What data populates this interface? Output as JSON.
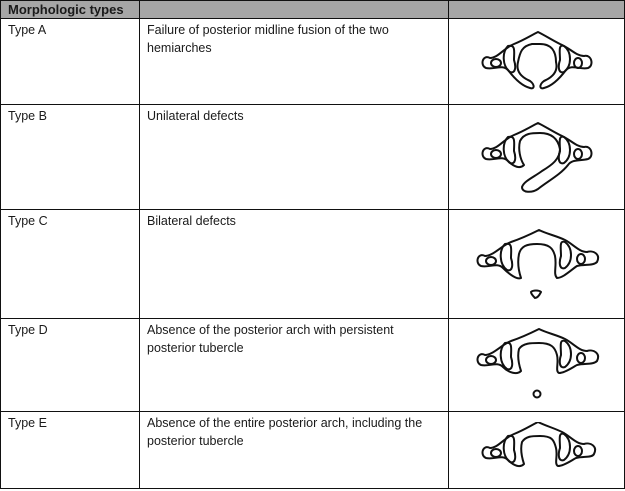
{
  "table": {
    "header": [
      "Morphologic types",
      "",
      ""
    ],
    "rows": [
      {
        "type": "Type A",
        "description": "Failure of posterior midline fusion of the two hemiarches",
        "illustration": "atlas-type-a-icon"
      },
      {
        "type": "Type B",
        "description": "Unilateral defects",
        "illustration": "atlas-type-b-icon"
      },
      {
        "type": "Type C",
        "description": "Bilateral defects",
        "illustration": "atlas-type-c-icon"
      },
      {
        "type": "Type D",
        "description": "Absence of the posterior arch with persistent posterior tubercle",
        "illustration": "atlas-type-d-icon"
      },
      {
        "type": "Type E",
        "description": "Absence of the entire posterior arch, including the posterior tubercle",
        "illustration": "atlas-type-e-icon"
      }
    ]
  },
  "colors": {
    "header_bg": "#a6a6a6",
    "border": "#111111"
  }
}
